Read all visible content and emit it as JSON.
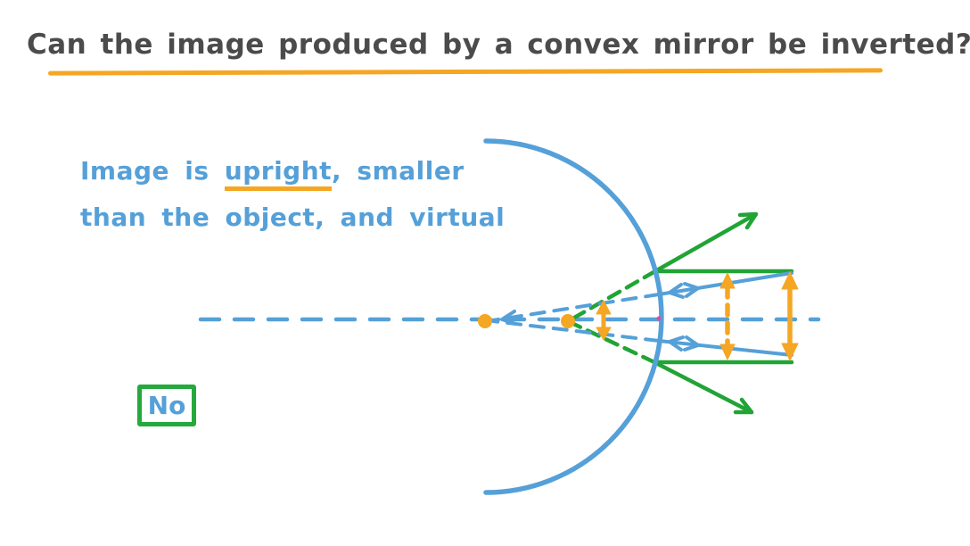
{
  "palette": {
    "background": "#ffffff",
    "title_text": "#4b4b4b",
    "accent_orange": "#f5a623",
    "ink_blue": "#55a0d8",
    "ink_green": "#21a435",
    "box_green": "#25a93c",
    "vertex_pink": "#e5499d"
  },
  "title": {
    "text": "Can the image produced by a convex mirror be inverted?"
  },
  "note": {
    "line1_prefix": "Image is ",
    "line1_underlined": "upright",
    "line1_suffix": ", smaller",
    "line2": "than the object, and virtual"
  },
  "answer": {
    "label": "No"
  },
  "diagram": {
    "parts": [
      "convex-mirror-arc",
      "optical-axis-dashed",
      "centre-of-curvature-dot",
      "focal-point-dot",
      "vertex-dot",
      "green-parallel-ray-top",
      "green-reflected-ray-top",
      "green-virtual-extension-top",
      "green-parallel-ray-bottom",
      "green-reflected-ray-bottom",
      "green-virtual-extension-bottom",
      "blue-ray-through-centre-top",
      "blue-ray-through-centre-bottom",
      "object-arrow-solid",
      "object-arrow-dashed",
      "virtual-image-arrow"
    ]
  }
}
